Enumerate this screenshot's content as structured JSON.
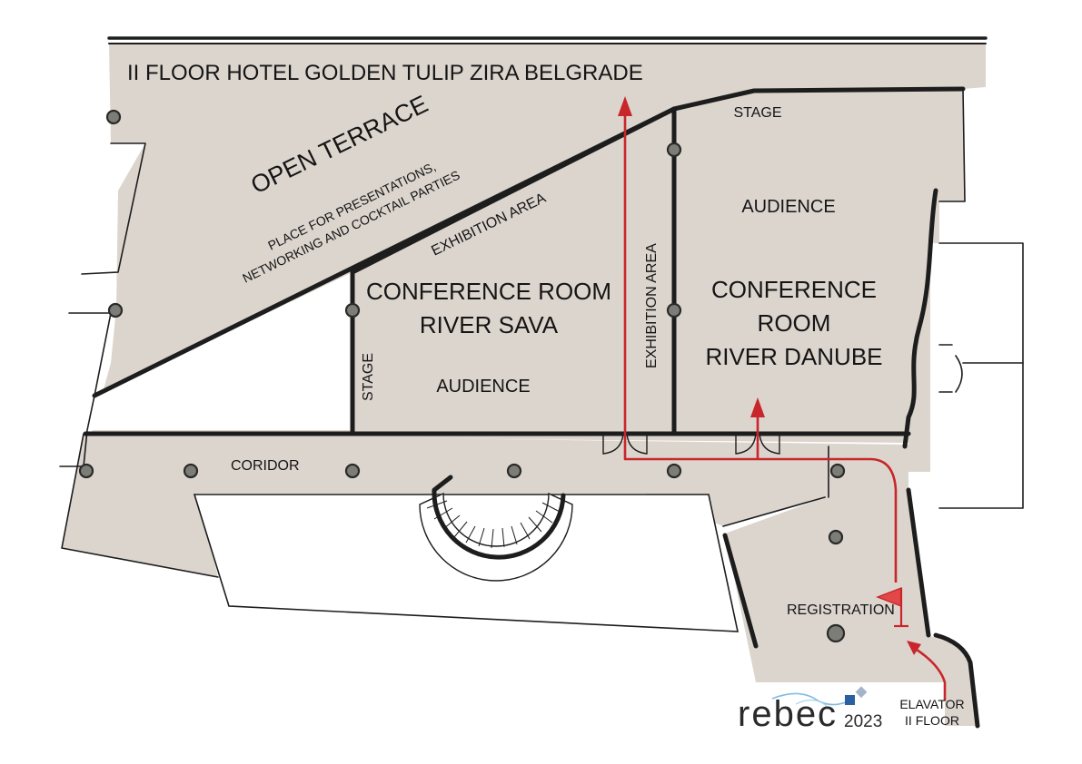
{
  "map": {
    "title": "II FLOOR HOTEL GOLDEN TULIP ZIRA BELGRADE",
    "open_terrace": {
      "name": "OPEN TERRACE",
      "description_line1": "PLACE FOR PRESENTATIONS,",
      "description_line2": "NETWORKING AND COCKTAIL PARTIES"
    },
    "exhibition_area_diagonal": "EXHIBITION   AREA",
    "exhibition_area_vertical": "EXHIBITION   AREA",
    "river_sava": {
      "line1": "CONFERENCE ROOM",
      "line2": "RIVER SAVA",
      "stage": "STAGE",
      "audience": "AUDIENCE"
    },
    "river_danube": {
      "line1": "CONFERENCE",
      "line2": "ROOM",
      "line3": "RIVER DANUBE",
      "stage": "STAGE",
      "audience": "AUDIENCE"
    },
    "corridor": "CORIDOR",
    "registration": "REGISTRATION",
    "elevator_line1": "ELAVATOR",
    "elevator_line2": "II FLOOR",
    "colors": {
      "floor": "#dcd5ce",
      "wall": "#1d1d1d",
      "route": "#c8262a",
      "pillar": "#7d7d78",
      "logo_accent": "#2a5fa0"
    },
    "icons": {
      "route": "red-route-arrow",
      "registration_marker": "red-flag-icon",
      "pillar": "column-dot"
    }
  },
  "logo": {
    "word": "rebec",
    "year": "2023"
  }
}
